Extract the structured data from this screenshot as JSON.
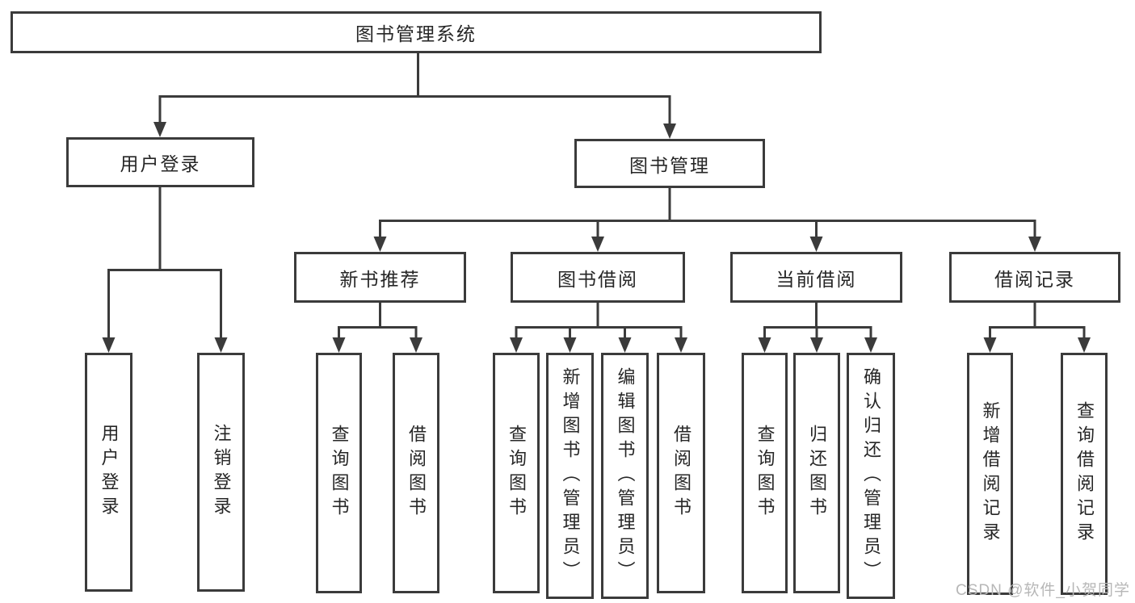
{
  "tree": {
    "root": {
      "label": "图书管理系统",
      "children": [
        {
          "label": "用户登录",
          "children": [
            {
              "label": "用户登录"
            },
            {
              "label": "注销登录"
            }
          ]
        },
        {
          "label": "图书管理",
          "children": [
            {
              "label": "新书推荐",
              "children": [
                {
                  "label": "查询图书"
                },
                {
                  "label": "借阅图书"
                }
              ]
            },
            {
              "label": "图书借阅",
              "children": [
                {
                  "label": "查询图书"
                },
                {
                  "label": "新增图书（管理员）"
                },
                {
                  "label": "编辑图书（管理员）"
                },
                {
                  "label": "借阅图书"
                }
              ]
            },
            {
              "label": "当前借阅",
              "children": [
                {
                  "label": "查询图书"
                },
                {
                  "label": "归还图书"
                },
                {
                  "label": "确认归还（管理员）"
                }
              ]
            },
            {
              "label": "借阅记录",
              "children": [
                {
                  "label": "新增借阅记录"
                },
                {
                  "label": "查询借阅记录"
                }
              ]
            }
          ]
        }
      ]
    }
  },
  "watermark": {
    "text": "CSDN @软件_小贺同学"
  },
  "colors": {
    "line": "#3b3b3b",
    "text": "#262626",
    "watermark": "#b7b7b7",
    "background": "#ffffff"
  }
}
